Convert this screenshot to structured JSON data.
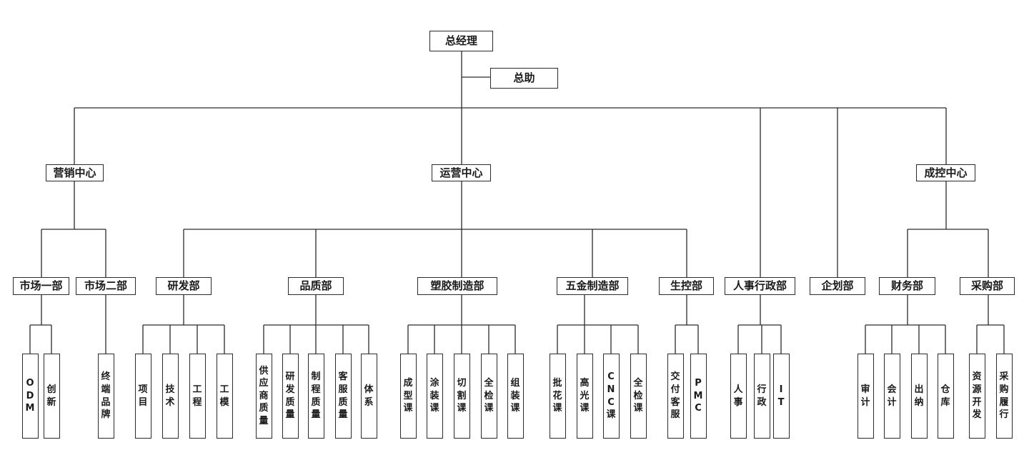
{
  "org": {
    "root": "总经理",
    "assistant": "总助",
    "centers": {
      "marketing": "营销中心",
      "operations": "运营中心",
      "cost_control": "成控中心"
    },
    "departments": {
      "market1": "市场一部",
      "market2": "市场二部",
      "rd": "研发部",
      "quality": "品质部",
      "plastic": "塑胶制造部",
      "hardware": "五金制造部",
      "production_ctrl": "生控部",
      "hr_admin": "人事行政部",
      "planning": "企划部",
      "finance": "财务部",
      "purchasing": "采购部"
    },
    "units": {
      "market1": [
        "ODM",
        "创新"
      ],
      "market2": [
        "终端品牌"
      ],
      "rd": [
        "项目",
        "技术",
        "工程",
        "工模"
      ],
      "quality": [
        "供应商质量",
        "研发质量",
        "制程质量",
        "客服质量",
        "体系"
      ],
      "plastic": [
        "成型课",
        "涂装课",
        "切割课",
        "全检课",
        "组装课"
      ],
      "hardware": [
        "批花课",
        "高光课",
        "CNC课",
        "全检课"
      ],
      "production_ctrl": [
        "交付客服",
        "PMC"
      ],
      "hr_admin": [
        "人事",
        "行政",
        "IT"
      ],
      "finance": [
        "审计",
        "会计",
        "出纳",
        "仓库"
      ],
      "purchasing": [
        "资源开发",
        "采购履行"
      ]
    }
  }
}
